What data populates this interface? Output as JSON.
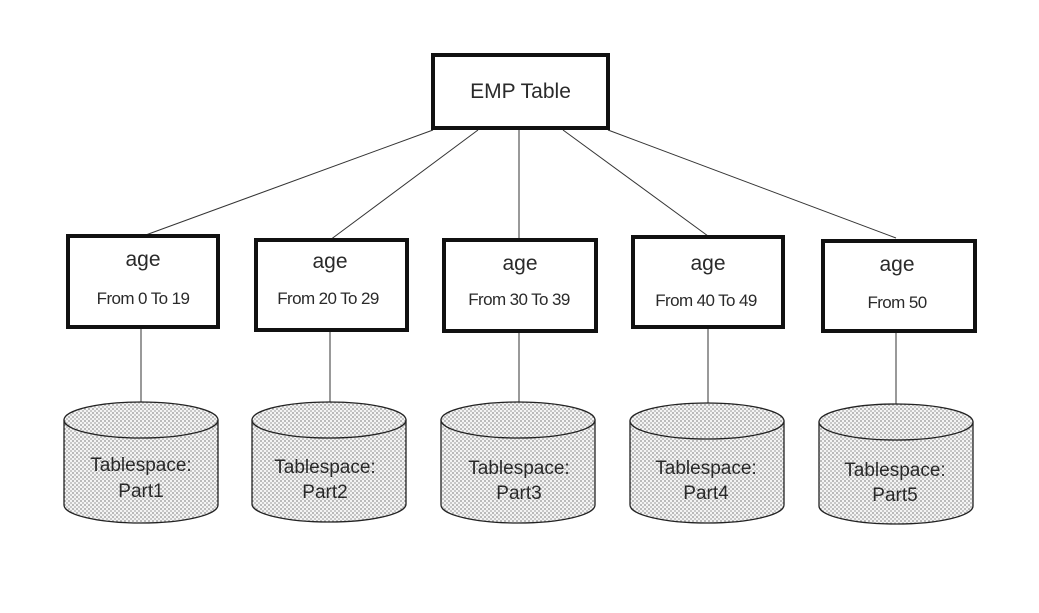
{
  "root": {
    "label": "EMP Table"
  },
  "partitions": [
    {
      "key": "age",
      "range": "From 0 To 19",
      "tablespace": [
        "Tablespace:",
        "Part1"
      ]
    },
    {
      "key": "age",
      "range": "From 20 To 29",
      "tablespace": [
        "Tablespace:",
        "Part2"
      ]
    },
    {
      "key": "age",
      "range": "From 30 To 39",
      "tablespace": [
        "Tablespace:",
        "Part3"
      ]
    },
    {
      "key": "age",
      "range": "From 40 To 49",
      "tablespace": [
        "Tablespace:",
        "Part4"
      ]
    },
    {
      "key": "age",
      "range": "From 50",
      "tablespace": [
        "Tablespace:",
        "Part5"
      ]
    }
  ]
}
